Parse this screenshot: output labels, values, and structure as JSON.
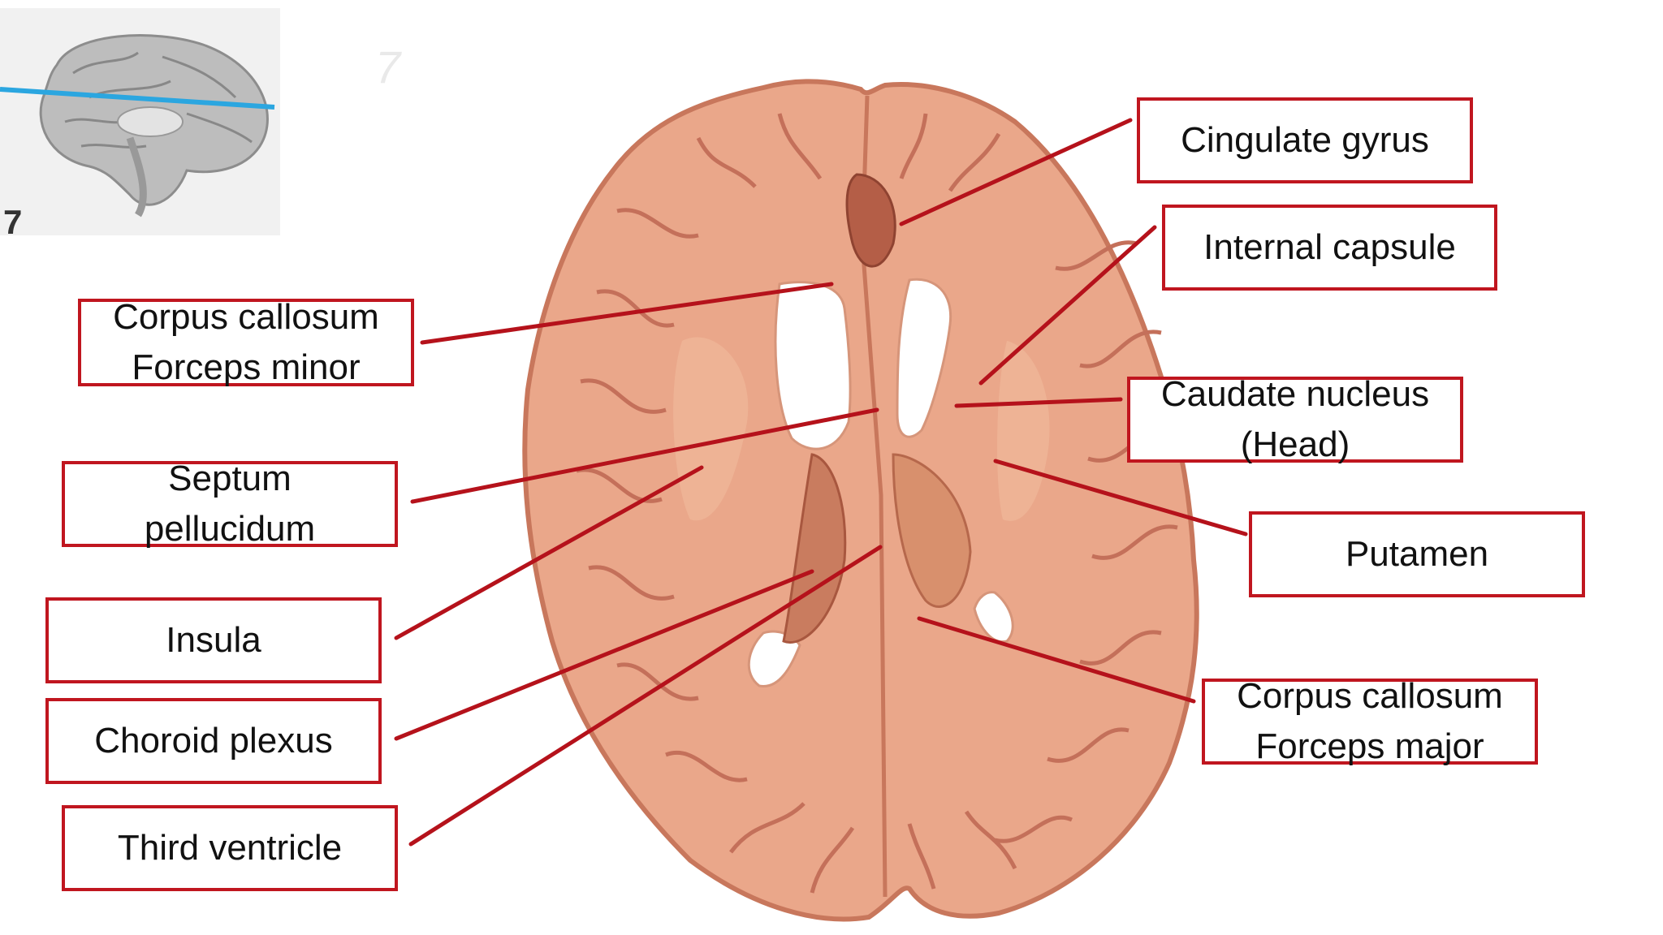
{
  "figure": {
    "plane_number": "7",
    "faint_plane_number": "7",
    "colors": {
      "label_border": "#c0161f",
      "leader_line": "#b5121b",
      "brain_tissue": "#e9a88c",
      "white_matter": "#f1b99c",
      "plane_line": "#2ba6e0"
    }
  },
  "labels": {
    "cingulate_gyrus": [
      "Cingulate gyrus"
    ],
    "internal_capsule": [
      "Internal capsule"
    ],
    "corpus_callosum_minor": [
      "Corpus callosum",
      "Forceps minor"
    ],
    "caudate_nucleus": [
      "Caudate nucleus",
      "(Head)"
    ],
    "septum_pellucidum": [
      "Septum",
      "pellucidum"
    ],
    "putamen": [
      "Putamen"
    ],
    "insula": [
      "Insula"
    ],
    "choroid_plexus": [
      "Choroid plexus"
    ],
    "corpus_callosum_major": [
      "Corpus callosum",
      "Forceps major"
    ],
    "third_ventricle": [
      "Third ventricle"
    ]
  },
  "icons": {
    "thumbnail": "sagittal-brain-icon",
    "section": "axial-brain-section-icon"
  }
}
